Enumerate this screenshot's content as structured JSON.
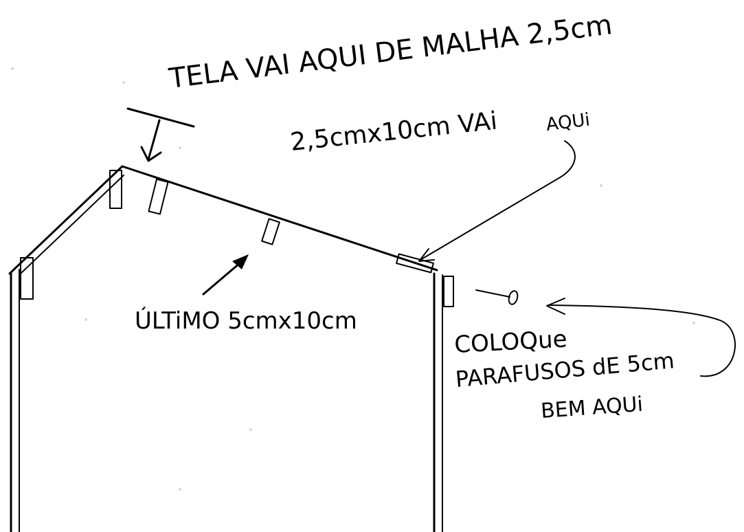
{
  "labels": {
    "mesh_note": "TELA VAI AQUI DE MALHA 2,5cm",
    "board_note_main": "2,5cmx10cm VAi",
    "board_note_tail": "AQUi",
    "last_board_note": "ÚLTiMO 5cmx10cm",
    "screws_line_1": "COLOQue",
    "screws_line_2": "PARAFUSOS dE 5cm",
    "screws_line_3": "BEM AQUi"
  },
  "colors": {
    "ink": "#000000",
    "paper": "#ffffff"
  }
}
